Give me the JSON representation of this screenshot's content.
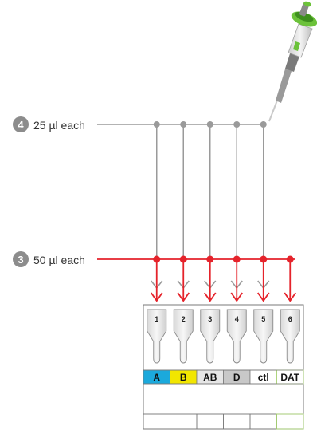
{
  "steps": [
    {
      "number": "4",
      "label": "25 µl each"
    },
    {
      "number": "3",
      "label": "50 µl each"
    }
  ],
  "wells": [
    {
      "number": "1",
      "reagent": "A",
      "color": "#1ba9dc"
    },
    {
      "number": "2",
      "reagent": "B",
      "color": "#f2e600"
    },
    {
      "number": "3",
      "reagent": "AB",
      "color": "#e6e6e6"
    },
    {
      "number": "4",
      "reagent": "D",
      "color": "#c8c8c8"
    },
    {
      "number": "5",
      "reagent": "ctl",
      "color": "#ffffff"
    },
    {
      "number": "6",
      "reagent": "DAT",
      "color": "#ffffff"
    }
  ],
  "colors": {
    "step_badge": "#8c8c8c",
    "line_25": "#9a9a9a",
    "line_50": "#e5232b",
    "pipette_accent": "#6cc23a",
    "dat_border": "#a7d76b"
  },
  "icons": {
    "pipette": "pipette-icon"
  }
}
